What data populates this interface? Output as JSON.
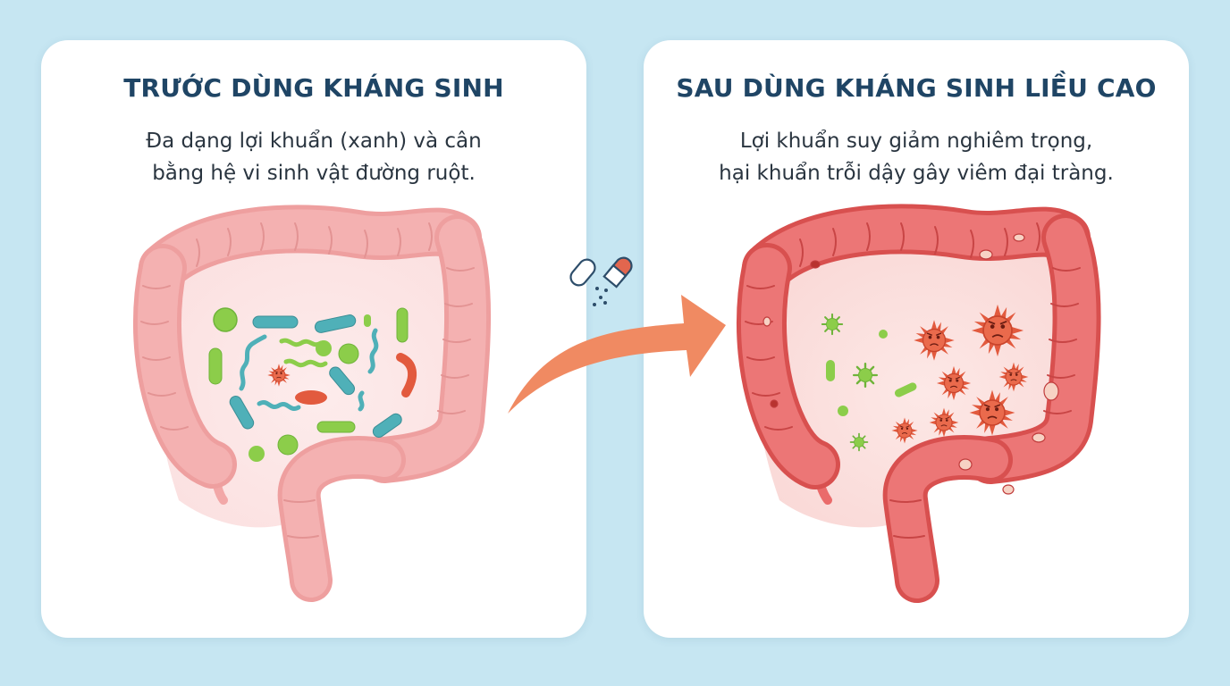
{
  "before": {
    "title": "TRƯỚC DÙNG KHÁNG SINH",
    "description_lines": [
      "Đa dạng lợi khuẩn (xanh) và cân",
      "bằng hệ vi sinh vật đường ruột."
    ]
  },
  "after": {
    "title": "SAU DÙNG KHÁNG SINH LIỀU CAO",
    "description_lines": [
      "Lợi khuẩn suy giảm nghiêm trọng,",
      "hại khuẩn trỗi dậy gây viêm đại tràng."
    ]
  },
  "colors": {
    "background": "#c6e6f2",
    "panel": "#ffffff",
    "title": "#1f4565",
    "healthy_colon": "#f2a7a7",
    "inflamed_colon": "#ea6b6b",
    "good_bacteria_green": "#8ccd4a",
    "good_bacteria_teal": "#4fb0b8",
    "harmful_bacteria": "#e25a3e",
    "arrow": "#f08a62",
    "capsule_red": "#e2664e"
  },
  "icons": [
    "intestine-healthy-icon",
    "intestine-inflamed-icon",
    "antibiotic-capsule-icon",
    "transition-arrow-icon"
  ]
}
